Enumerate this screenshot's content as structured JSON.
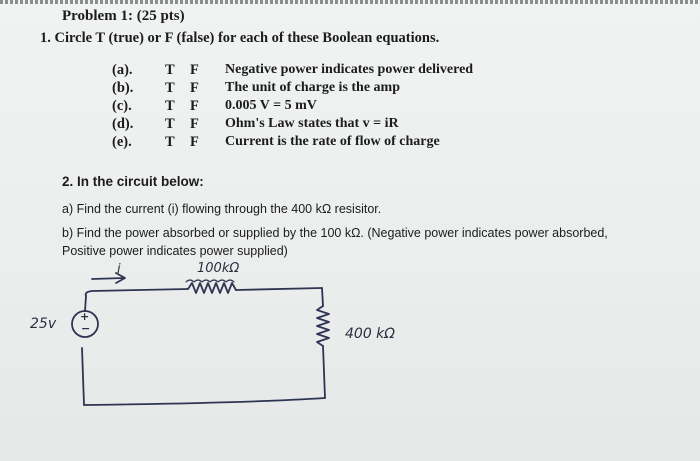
{
  "problem_title": "Problem 1: (25 pts)",
  "question1": "1. Circle T (true) or F (false) for each of these Boolean equations.",
  "items": [
    {
      "letter": "(a).",
      "tf": "T F",
      "statement": "Negative power indicates power delivered"
    },
    {
      "letter": "(b).",
      "tf": "T F",
      "statement": "The unit of charge is the amp"
    },
    {
      "letter": "(c).",
      "tf": "T F",
      "statement": "0.005 V = 5 mV"
    },
    {
      "letter": "(d).",
      "tf": "T F",
      "statement": "Ohm's Law states that v = iR"
    },
    {
      "letter": "(e).",
      "tf": "T F",
      "statement": "Current is the rate of flow of charge"
    }
  ],
  "question2": {
    "heading": "2. In the circuit below:",
    "part_a": "a) Find the current (i) flowing through the 400 kΩ resisitor.",
    "part_b_line1": "b) Find the power absorbed or supplied by the 100 kΩ. (Negative power indicates power absorbed,",
    "part_b_line2": "Positive power indicates power supplied)"
  },
  "circuit": {
    "current_label": "i",
    "top_resistor_label": "100kΩ",
    "source_label": "25v",
    "source_plus": "+",
    "source_minus": "−",
    "right_resistor_label": "400 kΩ"
  }
}
